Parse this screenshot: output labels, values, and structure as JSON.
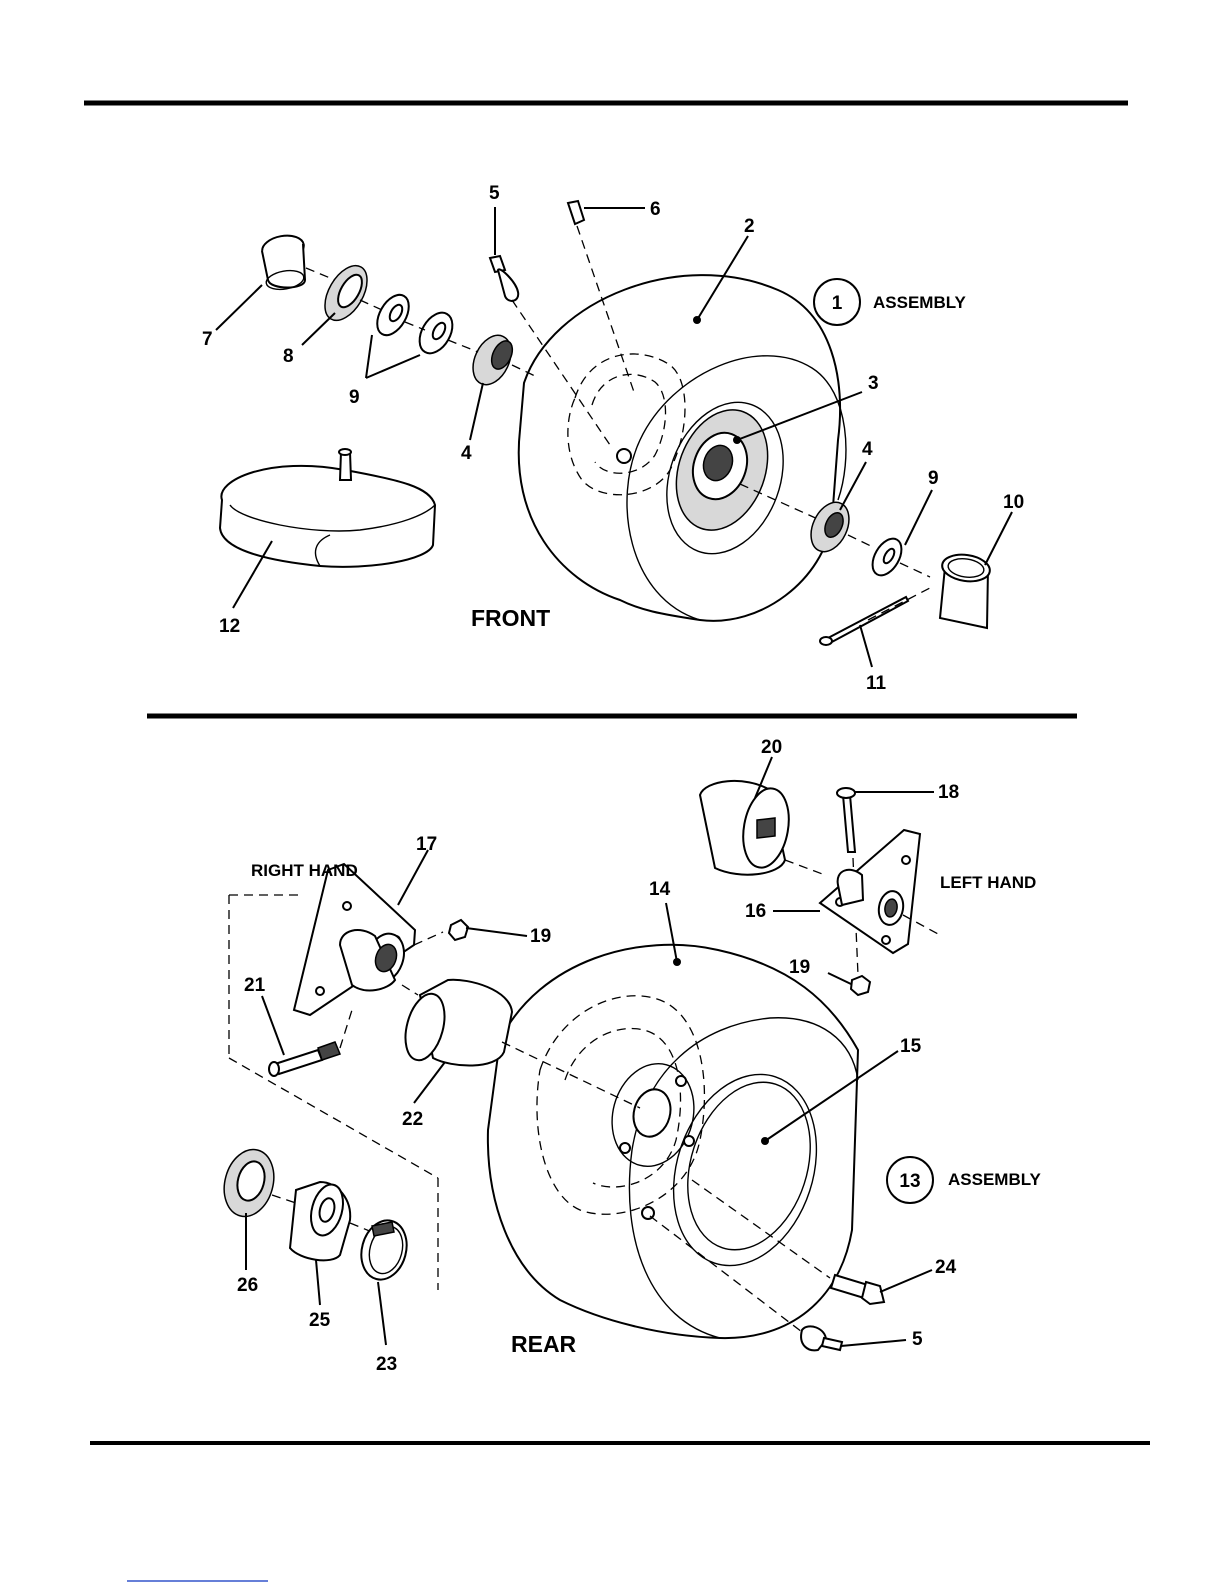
{
  "front_section": {
    "title": "FRONT",
    "assembly_number": "1",
    "assembly_label": "ASSEMBLY",
    "callouts": [
      "2",
      "3",
      "4",
      "4",
      "5",
      "6",
      "7",
      "8",
      "9",
      "9",
      "10",
      "11",
      "12"
    ]
  },
  "rear_section": {
    "title": "REAR",
    "assembly_number": "13",
    "assembly_label": "ASSEMBLY",
    "right_hand_label": "RIGHT HAND",
    "left_hand_label": "LEFT HAND",
    "callouts": [
      "14",
      "15",
      "16",
      "17",
      "18",
      "19",
      "19",
      "20",
      "21",
      "22",
      "23",
      "24",
      "25",
      "26",
      "5"
    ]
  }
}
